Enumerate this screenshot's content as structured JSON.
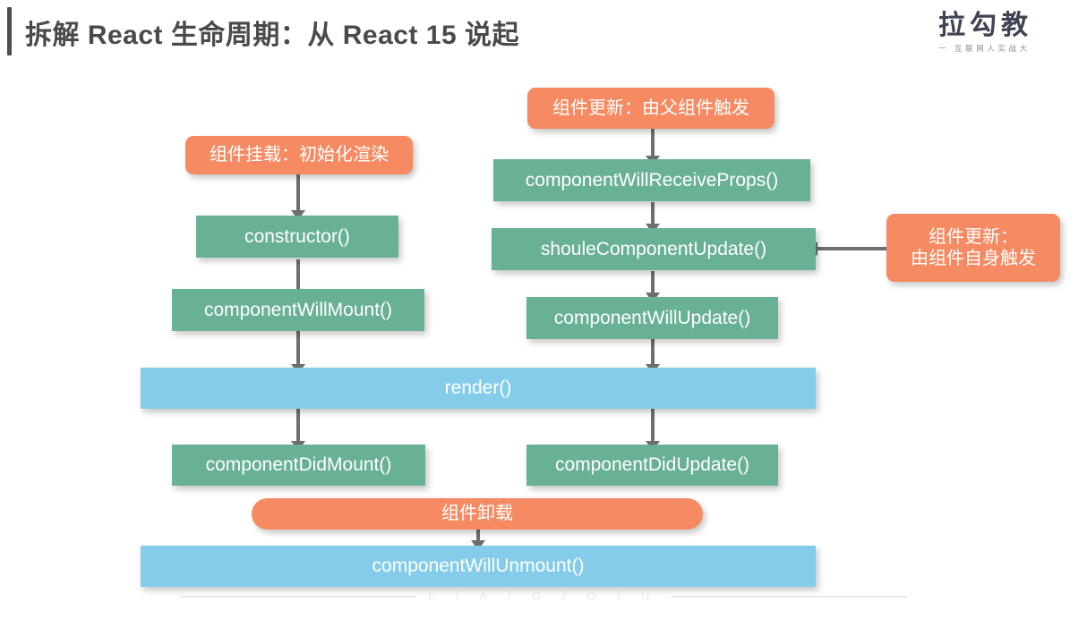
{
  "header": {
    "title": "拆解 React 生命周期：从 React 15 说起",
    "brand_name": "拉勾教",
    "brand_sub": "一 互联网人实战大",
    "accent_color": "#4d4d4f"
  },
  "colors": {
    "green": "#69b194",
    "blue": "#85ccea",
    "orange": "#f68a62",
    "arrow": "#6f6f6f",
    "title": "#4a4a4c"
  },
  "diagram": {
    "mount_trigger": "组件挂载：初始化渲染",
    "update_parent_trigger": "组件更新：由父组件触发",
    "update_self_trigger_line1": "组件更新：",
    "update_self_trigger_line2": "由组件自身触发",
    "unmount_trigger": "组件卸载",
    "constructor": "constructor()",
    "component_will_mount": "componentWillMount()",
    "component_will_receive_props": "componentWillReceiveProps()",
    "shoule_component_update": "shouleComponentUpdate()",
    "component_will_update": "componentWillUpdate()",
    "render": "render()",
    "component_did_mount": "componentDidMount()",
    "component_did_update": "componentDidUpdate()",
    "component_will_unmount": "componentWillUnmount()"
  },
  "footer": {
    "letters": "L / A / G / O / U"
  }
}
